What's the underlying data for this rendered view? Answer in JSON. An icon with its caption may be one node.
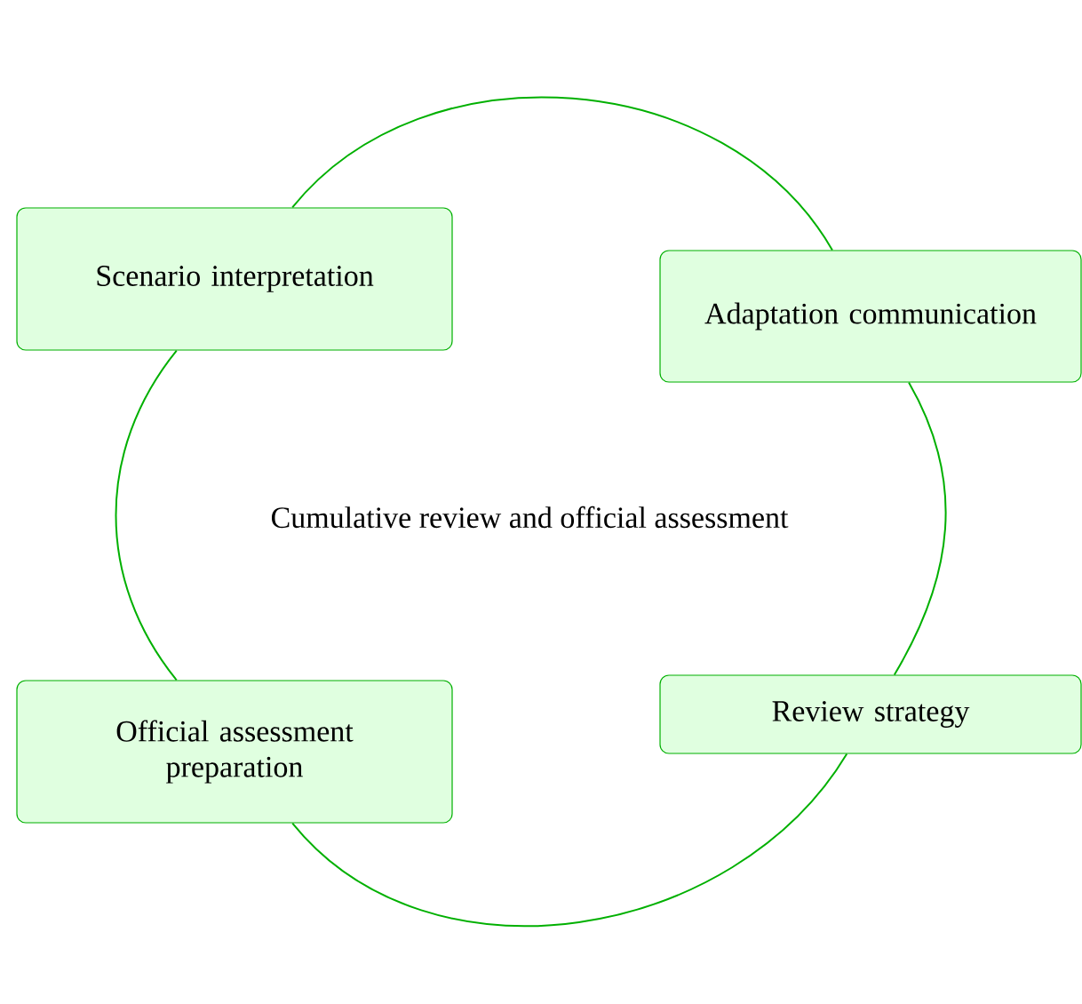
{
  "diagram": {
    "nodes": [
      {
        "text": [
          "Scenario interpretation"
        ]
      },
      {
        "text": [
          "Adaptation communication"
        ]
      },
      {
        "text": [
          "Review strategy"
        ]
      },
      {
        "text": [
          "Official assessment preparation"
        ]
      }
    ],
    "edges": [
      {
        "from": 0,
        "to": 1,
        "arrow": "none"
      },
      {
        "from": 1,
        "to": 2,
        "arrow": "none"
      },
      {
        "from": 2,
        "to": 3,
        "arrow": "none"
      },
      {
        "from": 3,
        "to": 0,
        "arrow": "none"
      }
    ],
    "labels": [
      "Cumulative review and official assessment"
    ]
  }
}
